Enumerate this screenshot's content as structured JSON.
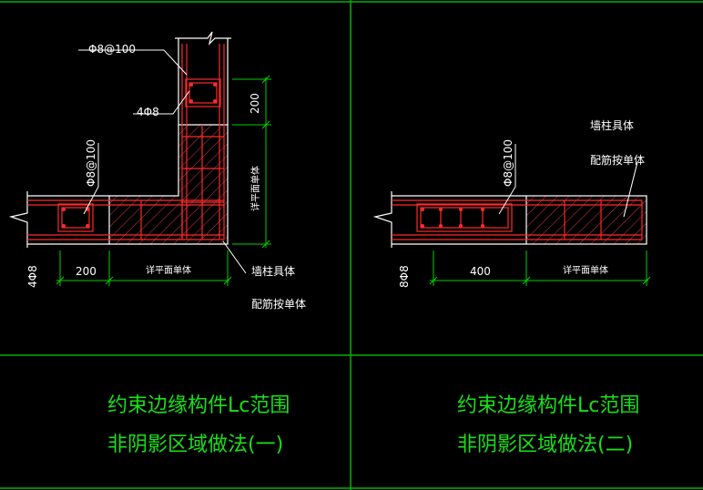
{
  "colors": {
    "frame": "#00b400",
    "dim": "#00d200",
    "outline": "#ffffff",
    "rebar": "#ff2a2a",
    "hatch": "#d23c3c",
    "title": "#19e019",
    "text": "#ffffff"
  },
  "panels": [
    {
      "top_rebar_label": "Φ8@100",
      "corner_rebar_label": "4Φ8",
      "vertical_dim": "200",
      "vertical_note": "详平面单体",
      "left_stirrup_label": "Φ8@100",
      "bottom_rebar_label": "4Φ8",
      "dim_left": "200",
      "dim_right": "详平面单体",
      "note_line1": "墙柱具体",
      "note_line2": "配筋按单体",
      "title_line1": "约束边缘构件Lc范围",
      "title_line2": "非阴影区域做法(一)"
    },
    {
      "note_line1": "墙柱具体",
      "note_line2": "配筋按单体",
      "left_stirrup_label": "Φ8@100",
      "bottom_rebar_label": "8Φ8",
      "dim_left": "400",
      "dim_right": "详平面单体",
      "title_line1": "约束边缘构件Lc范围",
      "title_line2": "非阴影区域做法(二)"
    }
  ]
}
